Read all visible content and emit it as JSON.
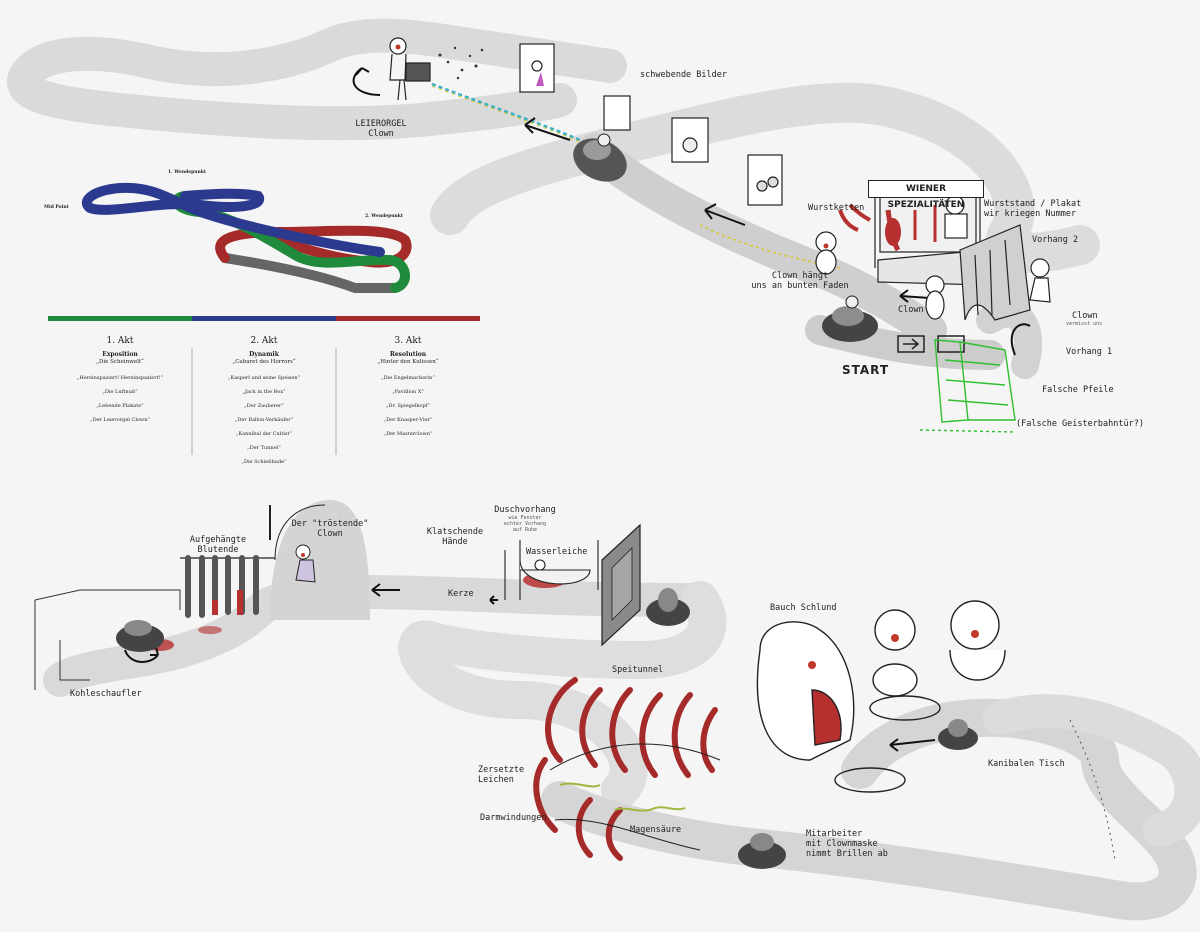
{
  "colors": {
    "act1": "#1f8a3c",
    "act2": "#2b3a8f",
    "act3": "#a52a2a",
    "track": "#d9d9d9",
    "blood": "#b5302f",
    "slime": "#3bbd3b"
  },
  "top": {
    "leierorgel": "LEIERORGEL\nClown",
    "schwebende_bilder": "schwebende Bilder",
    "wurstketten": "Wurstketten",
    "sign": "WIENER SPEZIALITÄTEN",
    "wurststand": "Wurststand / Plakat\nwir kriegen Nummer",
    "vorhang2": "Vorhang 2",
    "clown_faden": "Clown hängt\nuns an bunten Faden",
    "clown_small": "Clown",
    "clown_right": "Clown",
    "clown_right_sub": "vermisst uns",
    "vorhang1": "Vorhang 1",
    "start": "START",
    "falsche_pfeile": "Falsche Pfeile",
    "falsche_tuer": "(Falsche Geisterbahntür?)"
  },
  "map": {
    "mid_point": "Mid Point",
    "wendepunkt1": "1. Wendepunkt",
    "wendepunkt2": "2. Wendepunkt"
  },
  "acts": [
    {
      "title": "1. Akt",
      "subtitle": "Exposition",
      "quote": "„Die Scheinwelt“",
      "items": [
        "„Hereinspaziert! Hereinspaziert!“",
        "„Die Luftnuß“",
        "„Lebende Plakate“",
        "„Der Leierorgel Clown“"
      ]
    },
    {
      "title": "2. Akt",
      "subtitle": "Dynamik",
      "quote": "„Cabaret des Horrors“",
      "items": [
        "„Kasperl und seine Speisen“",
        "„Jack in the Box“",
        "„Der Zauberer“",
        "„Der Ballon-Verkäufer“",
        "„Kannibal der Cultist“",
        "„Der Tunnel“",
        "„Die Schießbude“"
      ]
    },
    {
      "title": "3. Akt",
      "subtitle": "Resolution",
      "quote": "„Hinter den Kulissen“",
      "items": [
        "„Die Engelmacherin“",
        "„Pavillion X“",
        "„Dr. Spiegelkopf“",
        "„Der Knasper-Vier“",
        "„Der Masterclown“"
      ]
    }
  ],
  "bottom": {
    "aufgehaengte": "Aufgehängte\nBlutende",
    "troestende": "Der \"tröstende\"\nClown",
    "klatschende": "Klatschende\nHände",
    "duschvorhang": "Duschvorhang",
    "duschvorhang_sub": "wie Fenster\nechter Vorhang\nauf Ruhe",
    "wasserleiche": "Wasserleiche",
    "kerze": "Kerze",
    "kohleschaufler": "Kohleschaufler",
    "bauch_schlund": "Bauch Schlund",
    "speitunnel": "Speitunnel",
    "kanibalen_tisch": "Kanibalen Tisch",
    "zersetzte": "Zersetzte\nLeichen",
    "darmwindungen": "Darmwindungen",
    "magensaeure": "Magensäure",
    "mitarbeiter": "Mitarbeiter\nmit Clownmaske\nnimmt Brillen ab"
  }
}
